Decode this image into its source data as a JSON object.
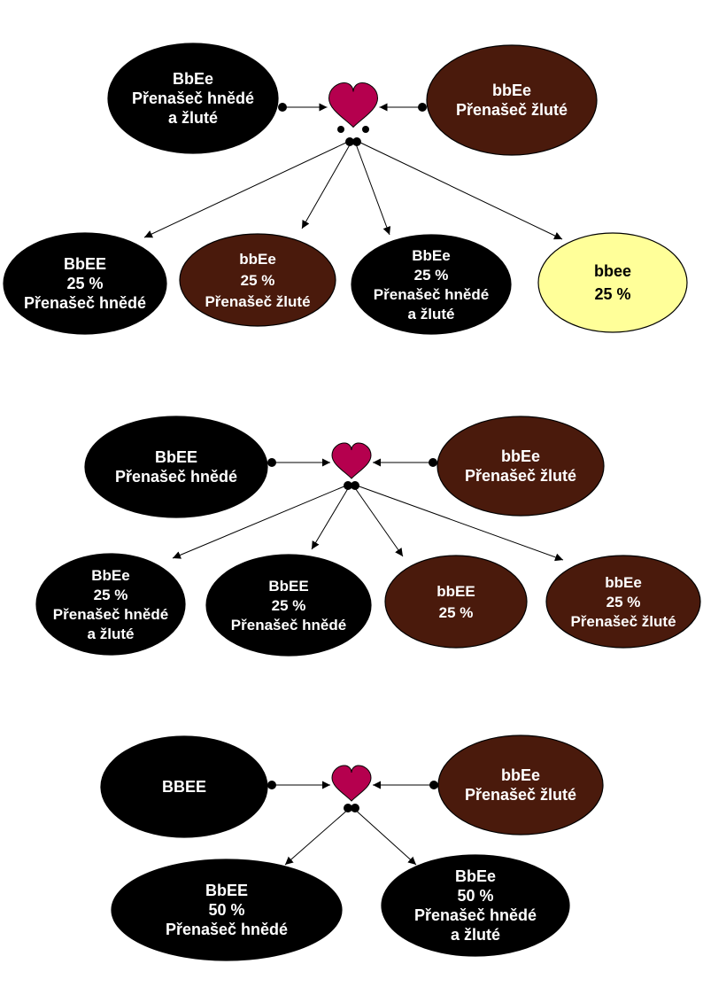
{
  "colors": {
    "black_node": "#000000",
    "brown_node": "#4a1a0c",
    "yellow_node": "#ffff99",
    "heart": "#b5004e",
    "light_text": "#ffffff",
    "dark_text": "#000000",
    "edge": "#000000"
  },
  "crosses": [
    {
      "parents": [
        {
          "id": "c1-p1",
          "color": "black",
          "lines": [
            "BbEe",
            "Přenašeč hnědé",
            "a žluté"
          ]
        },
        {
          "id": "c1-p2",
          "color": "brown",
          "lines": [
            "bbEe",
            "Přenašeč žluté"
          ]
        }
      ],
      "children": [
        {
          "id": "c1-k1",
          "color": "black",
          "lines": [
            "BbEE",
            "25 %",
            "Přenašeč hnědé"
          ]
        },
        {
          "id": "c1-k2",
          "color": "brown",
          "lines": [
            "bbEe",
            "25 %",
            "Přenašeč žluté"
          ]
        },
        {
          "id": "c1-k3",
          "color": "black",
          "lines": [
            "BbEe",
            "25 %",
            "Přenašeč hnědé",
            "a žluté"
          ]
        },
        {
          "id": "c1-k4",
          "color": "yellow",
          "lines": [
            "bbee",
            "25 %"
          ]
        }
      ]
    },
    {
      "parents": [
        {
          "id": "c2-p1",
          "color": "black",
          "lines": [
            "BbEE",
            "Přenašeč hnědé"
          ]
        },
        {
          "id": "c2-p2",
          "color": "brown",
          "lines": [
            "bbEe",
            "Přenašeč žluté"
          ]
        }
      ],
      "children": [
        {
          "id": "c2-k1",
          "color": "black",
          "lines": [
            "BbEe",
            "25 %",
            "Přenašeč hnědé",
            "a žluté"
          ]
        },
        {
          "id": "c2-k2",
          "color": "black",
          "lines": [
            "BbEE",
            "25 %",
            "Přenašeč hnědé"
          ]
        },
        {
          "id": "c2-k3",
          "color": "brown",
          "lines": [
            "bbEE",
            "25 %"
          ]
        },
        {
          "id": "c2-k4",
          "color": "brown",
          "lines": [
            "bbEe",
            "25 %",
            "Přenašeč žluté"
          ]
        }
      ]
    },
    {
      "parents": [
        {
          "id": "c3-p1",
          "color": "black",
          "lines": [
            "BBEE"
          ]
        },
        {
          "id": "c3-p2",
          "color": "brown",
          "lines": [
            "bbEe",
            "Přenašeč žluté"
          ]
        }
      ],
      "children": [
        {
          "id": "c3-k1",
          "color": "black",
          "lines": [
            "BbEE",
            "50 %",
            "Přenašeč hnědé"
          ]
        },
        {
          "id": "c3-k2",
          "color": "black",
          "lines": [
            "BbEe",
            "50 %",
            "Přenašeč hnědé",
            "a žluté"
          ]
        }
      ]
    }
  ]
}
